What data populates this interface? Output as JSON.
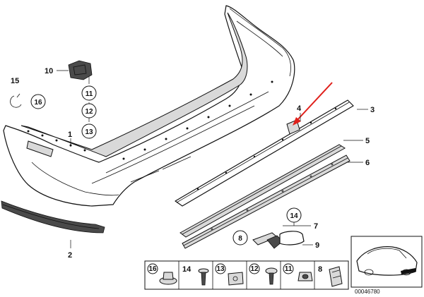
{
  "diagram": {
    "reference_number": "00046780",
    "accent_color": "#e0201b",
    "part_labels": [
      {
        "id": "p1",
        "text": "1"
      },
      {
        "id": "p2",
        "text": "2"
      },
      {
        "id": "p3",
        "text": "3"
      },
      {
        "id": "p4",
        "text": "4"
      },
      {
        "id": "p5",
        "text": "5"
      },
      {
        "id": "p6",
        "text": "6"
      },
      {
        "id": "p7",
        "text": "7"
      },
      {
        "id": "p9",
        "text": "9"
      },
      {
        "id": "p10",
        "text": "10"
      },
      {
        "id": "p15",
        "text": "15"
      }
    ],
    "circled_labels": [
      {
        "id": "c16",
        "text": "16"
      },
      {
        "id": "c11",
        "text": "11"
      },
      {
        "id": "c12",
        "text": "12"
      },
      {
        "id": "c13",
        "text": "13"
      },
      {
        "id": "c14",
        "text": "14"
      },
      {
        "id": "c8",
        "text": "8"
      }
    ],
    "parts_table": [
      {
        "number": "16",
        "circled": true
      },
      {
        "number": "14",
        "circled": false
      },
      {
        "number": "13",
        "circled": true
      },
      {
        "number": "12",
        "circled": true
      },
      {
        "number": "11",
        "circled": true
      },
      {
        "number": "8",
        "circled": true
      }
    ]
  }
}
